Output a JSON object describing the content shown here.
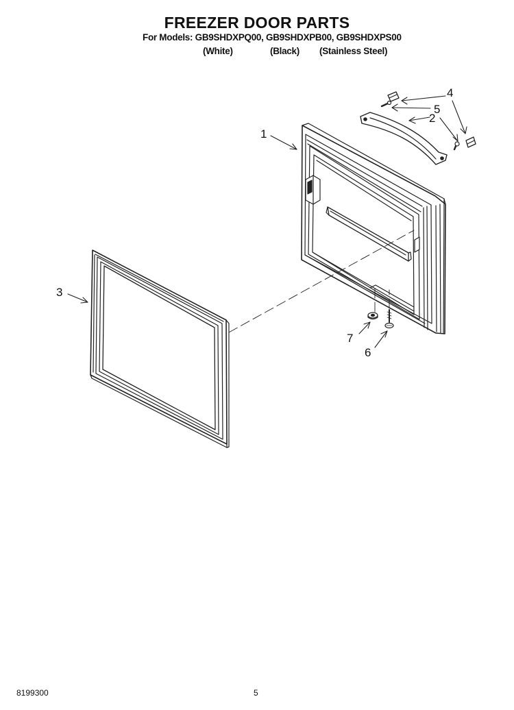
{
  "header": {
    "title": "FREEZER DOOR PARTS",
    "models_line": "For Models: GB9SHDXPQ00, GB9SHDXPB00, GB9SHDXPS00",
    "variants": [
      "(White)",
      "(Black)",
      "(Stainless Steel)"
    ]
  },
  "callouts": [
    "1",
    "2",
    "3",
    "4",
    "5",
    "6",
    "7"
  ],
  "footer": {
    "doc_number": "8199300",
    "page_number": "5"
  }
}
